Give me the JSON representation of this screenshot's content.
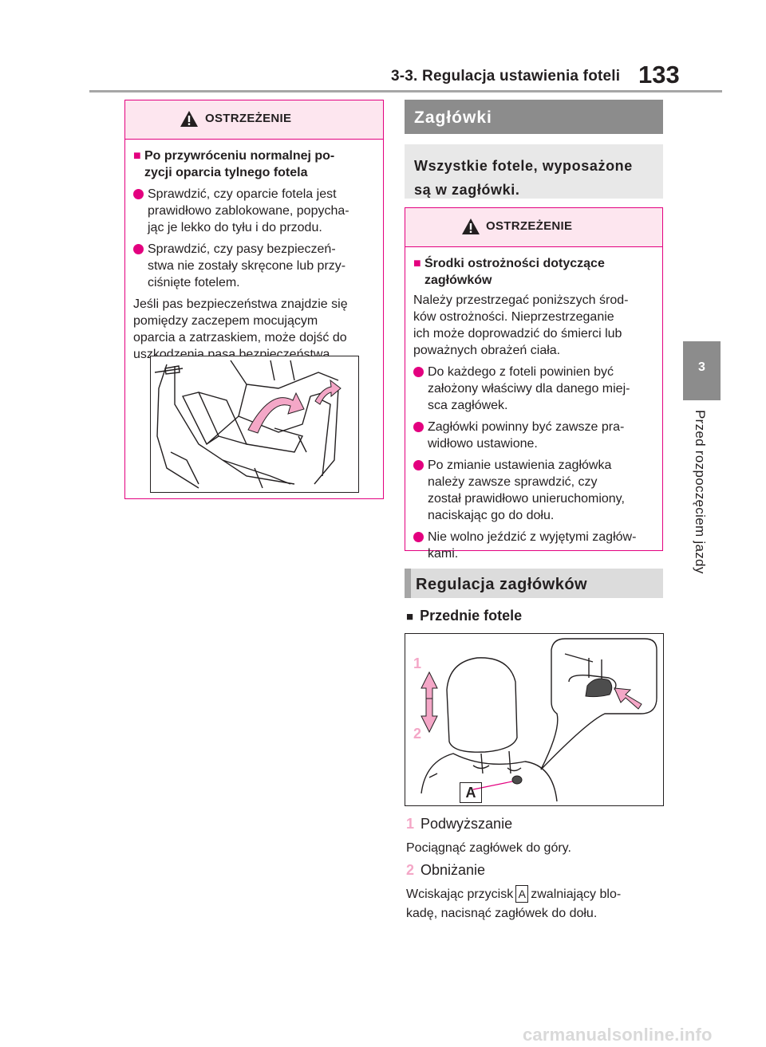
{
  "header": {
    "section": "3-3. Regulacja ustawienia foteli",
    "page_number": "133"
  },
  "side_tab": {
    "chapter": "3",
    "label": "Przed rozpoczęciem jazdy"
  },
  "left_warning": {
    "title": "OSTRZEŻENIE",
    "sub_heading": "Po przywróceniu normalnej po- zycji oparcia tylnego fotela",
    "sub_heading_l1": "Po przywróceniu normalnej po-",
    "sub_heading_l2": "zycji oparcia tylnego fotela",
    "bullets": [
      {
        "l1": "Sprawdzić, czy oparcie fotela jest",
        "l2": "prawidłowo zablokowane, popycha-",
        "l3": "jąc je lekko do tyłu i do przodu."
      },
      {
        "l1": "Sprawdzić, czy pasy bezpieczeń-",
        "l2": "stwa nie zostały skręcone lub przy-",
        "l3": "ciśnięte fotelem."
      }
    ],
    "para_l1": "Jeśli pas bezpieczeństwa znajdzie się",
    "para_l2": "pomiędzy zaczepem mocującym",
    "para_l3": "oparcia a zatrzaskiem, może dojść do",
    "para_l4": "uszkodzenia pasa bezpieczeństwa."
  },
  "section_headrests": {
    "title": "Zagłówki"
  },
  "intro": {
    "l1": "Wszystkie fotele, wyposażone",
    "l2": "są w zagłówki."
  },
  "right_warning": {
    "title": "OSTRZEŻENIE",
    "sub_heading_l1": "Środki ostrożności dotyczące",
    "sub_heading_l2": "zagłówków",
    "para_l1": "Należy przestrzegać poniższych środ-",
    "para_l2": "ków ostrożności. Nieprzestrzeganie",
    "para_l3": "ich może doprowadzić do śmierci lub",
    "para_l4": "poważnych obrażeń ciała.",
    "bullets": [
      {
        "l1": "Do każdego z foteli powinien być",
        "l2": "założony właściwy dla danego miej-",
        "l3": "sca zagłówek."
      },
      {
        "l1": "Zagłówki powinny być zawsze pra-",
        "l2": "widłowo ustawione.",
        "l3": ""
      },
      {
        "l1": "Po zmianie ustawienia zagłówka",
        "l2": "należy zawsze sprawdzić, czy",
        "l3": "został prawidłowo unieruchomiony,",
        "l4": "naciskając go do dołu."
      },
      {
        "l1": "Nie wolno jeździć z wyjętymi zagłów-",
        "l2": "kami.",
        "l3": ""
      }
    ]
  },
  "section_adjust": {
    "title": "Regulacja zagłówków"
  },
  "front_seats": {
    "title": "Przednie fotele"
  },
  "illustration": {
    "label_1": "1",
    "label_2": "2",
    "label_a": "A"
  },
  "steps": [
    {
      "num": "1",
      "label": "Podwyższanie",
      "desc": "Pociągnąć zagłówek do góry."
    },
    {
      "num": "2",
      "label": "Obniżanie",
      "desc_before": "Wciskając przycisk",
      "key": "A",
      "desc_after": "zwalniający blo-",
      "desc_l2": "kadę, nacisnąć zagłówek do dołu."
    }
  ],
  "footer": {
    "watermark": "carmanualsonline.info"
  },
  "colors": {
    "accent": "#e3007f",
    "accent_light": "#fde6ef",
    "gray_dark": "#8c8c8c",
    "gray_light": "#dcdcdc"
  }
}
